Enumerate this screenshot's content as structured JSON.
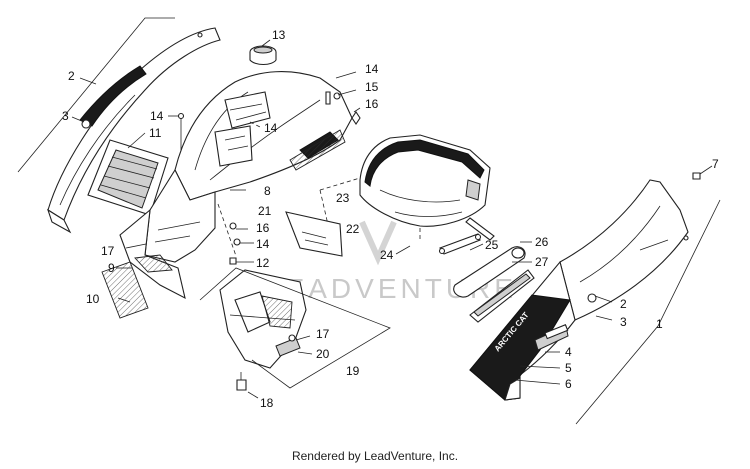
{
  "diagram": {
    "watermark_text": "LEADVENTURE",
    "decal_text": "ARCTIC CAT",
    "callouts": [
      "13",
      "2",
      "3",
      "14",
      "15",
      "16",
      "11",
      "14",
      "8",
      "23",
      "7",
      "17",
      "21",
      "16",
      "14",
      "22",
      "25",
      "26",
      "24",
      "9",
      "12",
      "27",
      "10",
      "2",
      "3",
      "1",
      "17",
      "20",
      "4",
      "5",
      "19",
      "6",
      "18",
      "14"
    ]
  },
  "footer": {
    "text": "Rendered by LeadVenture, Inc."
  }
}
